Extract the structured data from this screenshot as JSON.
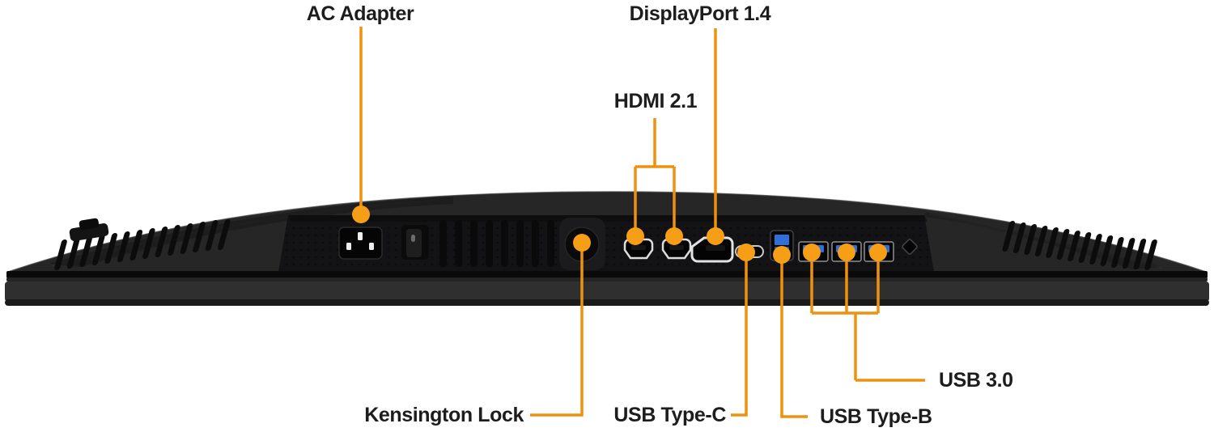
{
  "diagram": {
    "description": "Bottom rear view of a monitor with port callouts"
  },
  "colors": {
    "accent_line": "#EE920E",
    "accent_dot": "#F79E17",
    "label_text": "#1D1D1D",
    "monitor_body": "#262626",
    "panel": "#131315",
    "usb_blue": "#2F6FD8",
    "port_silver": "#DCDCDC",
    "page_bg": "#FFFFFF"
  },
  "callouts": {
    "ac_adapter": {
      "label": "AC Adapter"
    },
    "displayport": {
      "label": "DisplayPort 1.4"
    },
    "hdmi": {
      "label": "HDMI 2.1"
    },
    "kensington": {
      "label": "Kensington Lock"
    },
    "usb_type_c": {
      "label": "USB Type-C"
    },
    "usb_type_b": {
      "label": "USB Type-B"
    },
    "usb_30": {
      "label": "USB 3.0"
    }
  },
  "ports": [
    {
      "id": "osd-joystick",
      "name": "OSD joystick"
    },
    {
      "id": "ac-power-inlet",
      "name": "AC power inlet"
    },
    {
      "id": "power-switch",
      "name": "Power switch"
    },
    {
      "id": "vent-slots",
      "name": "Ventilation slots"
    },
    {
      "id": "kensington-slot",
      "name": "Kensington lock slot"
    },
    {
      "id": "hdmi-port-1",
      "name": "HDMI port 1"
    },
    {
      "id": "hdmi-port-2",
      "name": "HDMI port 2"
    },
    {
      "id": "displayport-port",
      "name": "DisplayPort"
    },
    {
      "id": "usb-c-port",
      "name": "USB Type-C port"
    },
    {
      "id": "usb-b-port",
      "name": "USB Type-B upstream port"
    },
    {
      "id": "usb-a-port-1",
      "name": "USB 3.0 port 1"
    },
    {
      "id": "usb-a-port-2",
      "name": "USB 3.0 port 2"
    },
    {
      "id": "usb-a-port-3",
      "name": "USB 3.0 port 3"
    },
    {
      "id": "screw-hole",
      "name": "Screw hole"
    }
  ]
}
